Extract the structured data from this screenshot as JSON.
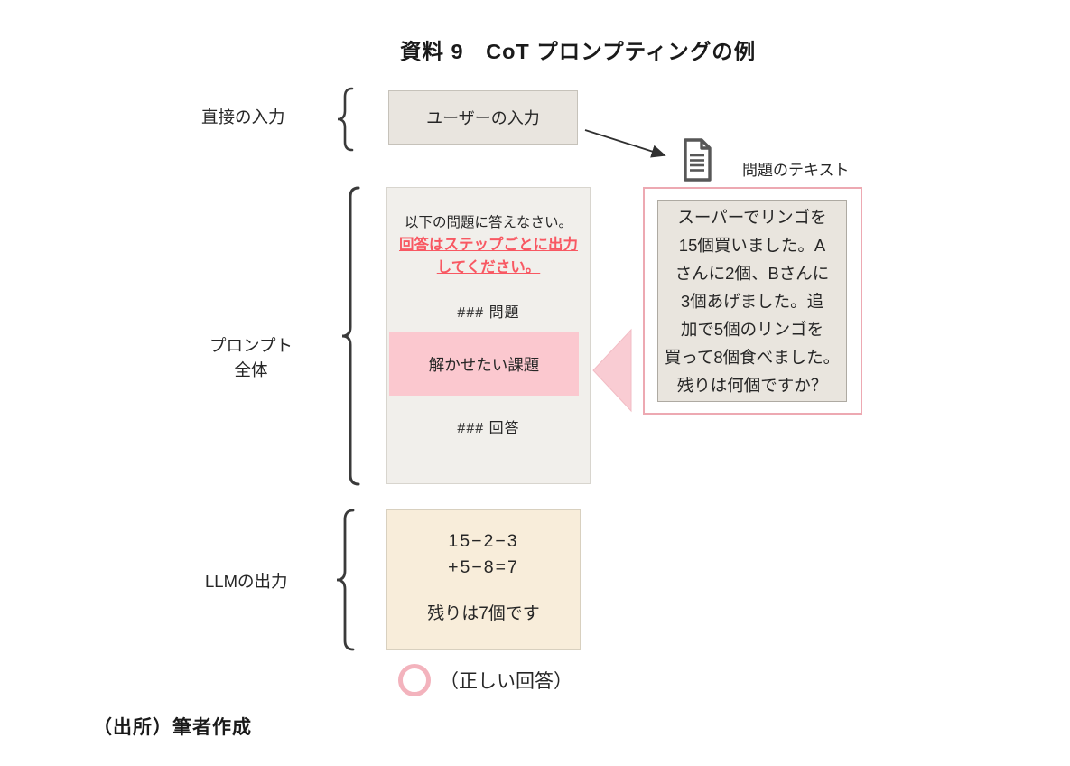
{
  "title": "資料 9　CoT プロンプティングの例",
  "labels": {
    "direct_input": "直接の入力",
    "prompt_whole": "プロンプト\n全体",
    "llm_output": "LLMの出力"
  },
  "user_input_box": {
    "text": "ユーザーの入力"
  },
  "problem_text": {
    "label": "問題のテキスト",
    "body": "スーパーでリンゴを\n15個買いました。A\nさんに2個、Bさんに\n3個あげました。追\n加で5個のリンゴを\n買って8個食べました。\n残りは何個ですか？"
  },
  "prompt_box": {
    "instruction": "以下の問題に答えなさい。",
    "cot_instruction": "回答はステップごとに出力\nしてください。",
    "problem_header": "### 問題",
    "task_placeholder": "解かせたい課題",
    "answer_header": "### 回答"
  },
  "output_box": {
    "calculation": "15−2−3\n+5−8=7",
    "answer": "残りは7個です"
  },
  "correct_answer_note": "（正しい回答）",
  "source_note": "（出所）筆者作成",
  "icons": {
    "document": "document-icon",
    "arrow": "arrow-right-down-icon",
    "triangle": "triangle-left-pointer",
    "circle": "correct-circle-icon"
  },
  "colors": {
    "highlight_pink_fill": "#fbc8cf",
    "pink_border": "#eda9b2",
    "red_text": "#f85862",
    "gray_box_fill": "#e9e5de",
    "prompt_box_fill": "#f1efeb",
    "output_box_fill": "#f8edda",
    "icon_gray": "#575757"
  }
}
